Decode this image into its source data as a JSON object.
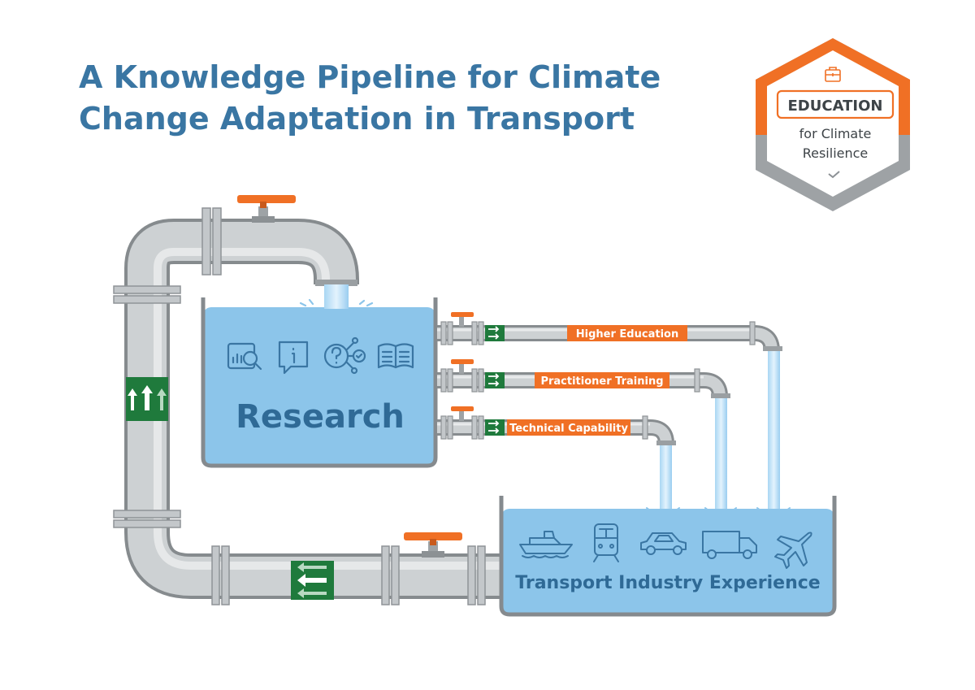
{
  "title": {
    "line1": "A Knowledge Pipeline for Climate",
    "line2": "Change Adaptation in Transport"
  },
  "badge": {
    "label": "EDUCATION",
    "line1": "for Climate",
    "line2": "Resilience",
    "icon": "briefcase-icon",
    "accent": "#f07025"
  },
  "research": {
    "label": "Research",
    "icons": [
      "chart-search-icon",
      "info-icon",
      "question-network-icon",
      "open-book-icon"
    ]
  },
  "pipes": [
    {
      "label": "Higher Education"
    },
    {
      "label": "Practitioner Training"
    },
    {
      "label": "Technical Capability"
    }
  ],
  "industry": {
    "label": "Transport Industry Experience",
    "icons": [
      "ship-icon",
      "train-icon",
      "car-icon",
      "truck-icon",
      "airplane-icon"
    ]
  },
  "colors": {
    "title": "#3a76a3",
    "orange": "#f07025",
    "water": "#8cc5ea",
    "pipe": "#cdd1d3",
    "flow_marker": "#1f7a3c"
  }
}
